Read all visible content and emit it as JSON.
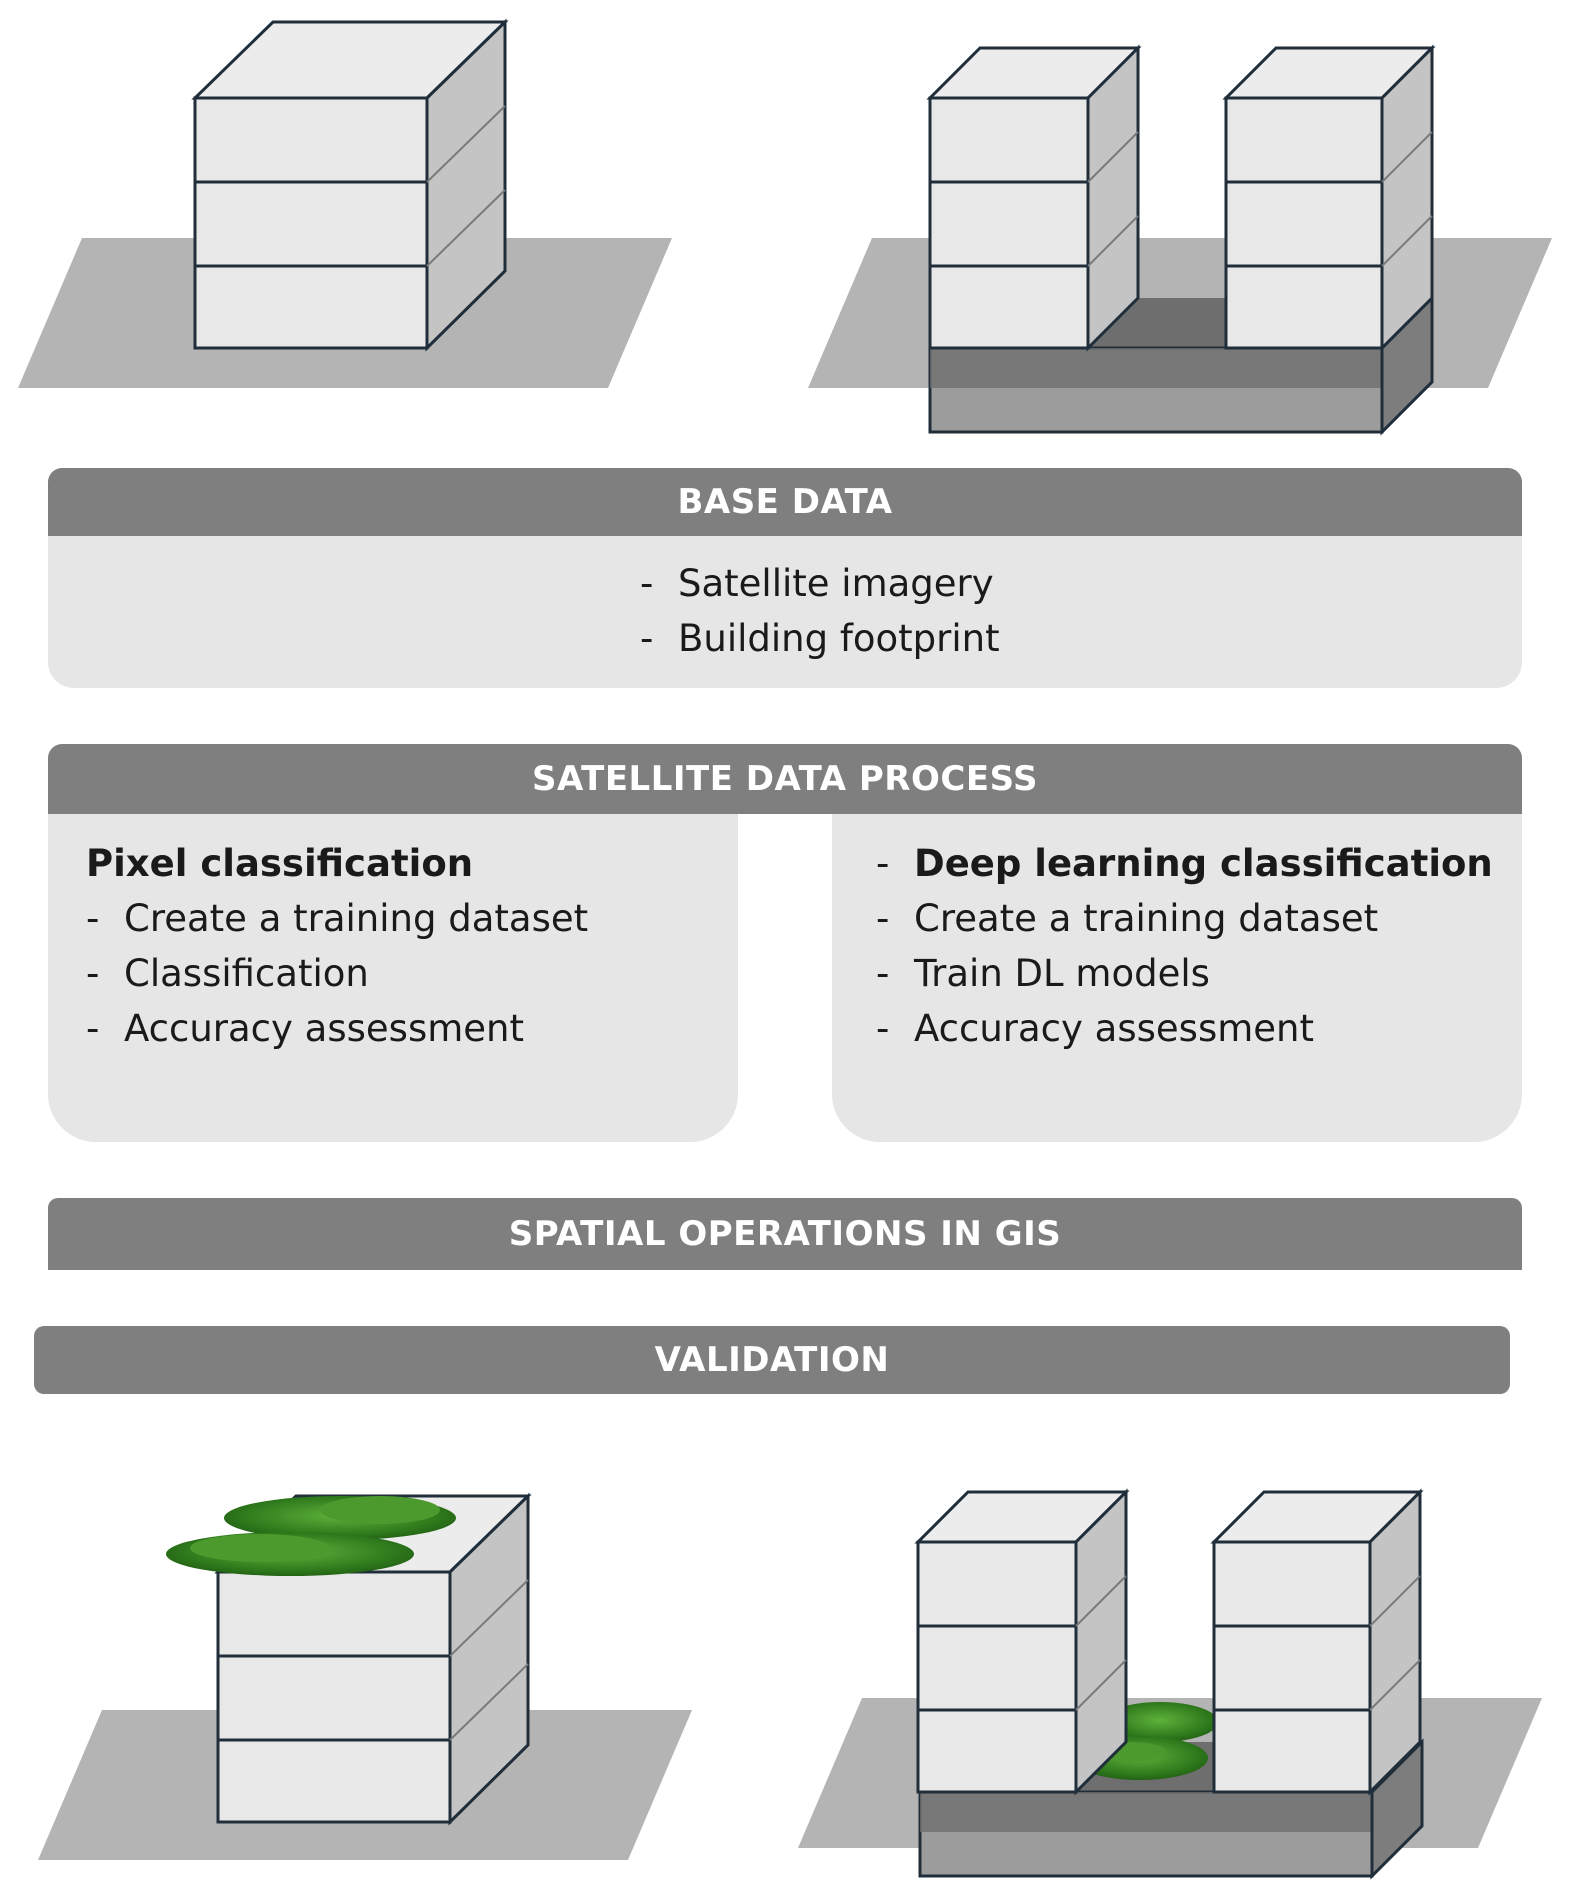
{
  "sections": {
    "base_data": {
      "title": "BASE DATA",
      "items": [
        "Satellite imagery",
        "Building footprint"
      ]
    },
    "satellite_process": {
      "title": "SATELLITE DATA PROCESS",
      "left": {
        "heading": "Pixel classification",
        "items": [
          "Create a training dataset",
          "Classification",
          "Accuracy assessment"
        ]
      },
      "right": {
        "heading": "Deep learning classification",
        "items": [
          "Create a training dataset",
          "Train DL models",
          "Accuracy assessment"
        ]
      }
    },
    "spatial_ops": {
      "title": "SPATIAL OPERATIONS IN GIS"
    },
    "validation": {
      "title": "VALIDATION"
    }
  },
  "colors": {
    "band": "#7f7f7f",
    "panel": "#e6e6e6",
    "building_face": "#e8e8e8",
    "building_side": "#c4c4c4",
    "building_outline": "#1f2e3a",
    "shadow": "#b4b4b4",
    "vegetation": "#3e8a26"
  },
  "illustrations": {
    "top_left": "single-building-icon",
    "top_right": "two-buildings-on-base-icon",
    "bottom_left": "green-roof-building-icon",
    "bottom_right": "two-buildings-green-courtyard-icon"
  }
}
